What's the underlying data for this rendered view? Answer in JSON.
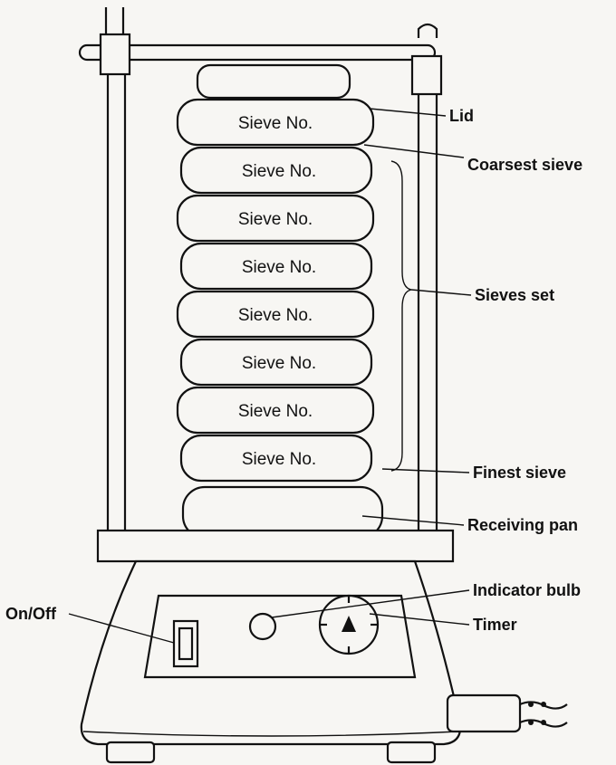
{
  "labels": {
    "lid": "Lid",
    "coarsest_sieve": "Coarsest sieve",
    "sieves_set": "Sieves set",
    "finest_sieve": "Finest sieve",
    "receiving_pan": "Receiving pan",
    "indicator_bulb": "Indicator bulb",
    "timer": "Timer",
    "on_off": "On/Off"
  },
  "sieves": [
    "Sieve No.",
    "Sieve No.",
    "Sieve No.",
    "Sieve No.",
    "Sieve No.",
    "Sieve No.",
    "Sieve No.",
    "Sieve No."
  ]
}
